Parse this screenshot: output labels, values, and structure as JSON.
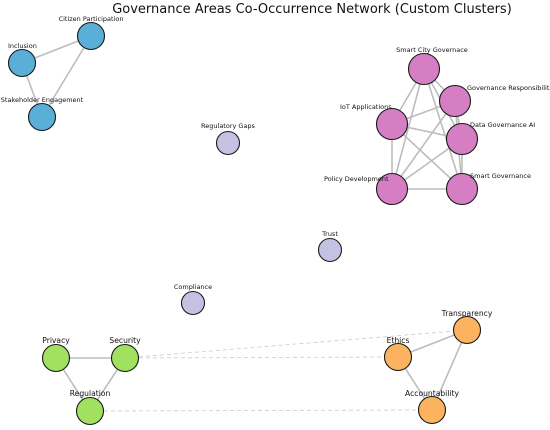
{
  "title": "Governance Areas Co-Occurrence Network (Custom Clusters)",
  "colors": {
    "blue": "#5aafd8",
    "pink": "#d57ec3",
    "lavender": "#c4c1e2",
    "green": "#a2e05f",
    "orange": "#fcb35f"
  },
  "nodes": [
    {
      "id": "citizen",
      "label": "Citizen Participation",
      "cluster": "blue"
    },
    {
      "id": "inclusion",
      "label": "Inclusion",
      "cluster": "blue"
    },
    {
      "id": "stakeholder",
      "label": "Stakeholder Engagement",
      "cluster": "blue"
    },
    {
      "id": "smartcity",
      "label": "Smart City Governace",
      "cluster": "pink"
    },
    {
      "id": "govresp",
      "label": "Governance Responsibilities",
      "cluster": "pink"
    },
    {
      "id": "iot",
      "label": "IoT Applications",
      "cluster": "pink"
    },
    {
      "id": "dataai",
      "label": "Data Governance AI",
      "cluster": "pink"
    },
    {
      "id": "policy",
      "label": "Policy Development",
      "cluster": "pink"
    },
    {
      "id": "smartgov",
      "label": "Smart Governance",
      "cluster": "pink"
    },
    {
      "id": "reggaps",
      "label": "Regulatory Gaps",
      "cluster": "lavender"
    },
    {
      "id": "trust",
      "label": "Trust",
      "cluster": "lavender"
    },
    {
      "id": "compliance",
      "label": "Compliance",
      "cluster": "lavender"
    },
    {
      "id": "privacy",
      "label": "Privacy",
      "cluster": "green"
    },
    {
      "id": "security",
      "label": "Security",
      "cluster": "green"
    },
    {
      "id": "regulation",
      "label": "Regulation",
      "cluster": "green"
    },
    {
      "id": "transparency",
      "label": "Transparency",
      "cluster": "orange"
    },
    {
      "id": "ethics",
      "label": "Ethics",
      "cluster": "orange"
    },
    {
      "id": "accountability",
      "label": "Accountability",
      "cluster": "orange"
    }
  ],
  "edges": [
    {
      "source": "citizen",
      "target": "inclusion",
      "style": "solid"
    },
    {
      "source": "citizen",
      "target": "stakeholder",
      "style": "solid"
    },
    {
      "source": "inclusion",
      "target": "stakeholder",
      "style": "solid"
    },
    {
      "source": "smartcity",
      "target": "govresp",
      "style": "solid"
    },
    {
      "source": "smartcity",
      "target": "iot",
      "style": "solid"
    },
    {
      "source": "smartcity",
      "target": "dataai",
      "style": "solid"
    },
    {
      "source": "smartcity",
      "target": "policy",
      "style": "solid"
    },
    {
      "source": "smartcity",
      "target": "smartgov",
      "style": "solid"
    },
    {
      "source": "govresp",
      "target": "iot",
      "style": "solid"
    },
    {
      "source": "govresp",
      "target": "dataai",
      "style": "solid"
    },
    {
      "source": "govresp",
      "target": "policy",
      "style": "solid"
    },
    {
      "source": "govresp",
      "target": "smartgov",
      "style": "solid"
    },
    {
      "source": "iot",
      "target": "dataai",
      "style": "solid"
    },
    {
      "source": "iot",
      "target": "policy",
      "style": "solid"
    },
    {
      "source": "iot",
      "target": "smartgov",
      "style": "solid"
    },
    {
      "source": "dataai",
      "target": "policy",
      "style": "solid"
    },
    {
      "source": "dataai",
      "target": "smartgov",
      "style": "solid"
    },
    {
      "source": "policy",
      "target": "smartgov",
      "style": "solid"
    },
    {
      "source": "privacy",
      "target": "security",
      "style": "solid"
    },
    {
      "source": "privacy",
      "target": "regulation",
      "style": "solid"
    },
    {
      "source": "security",
      "target": "regulation",
      "style": "solid"
    },
    {
      "source": "transparency",
      "target": "ethics",
      "style": "solid"
    },
    {
      "source": "transparency",
      "target": "accountability",
      "style": "solid"
    },
    {
      "source": "ethics",
      "target": "accountability",
      "style": "solid"
    },
    {
      "source": "security",
      "target": "transparency",
      "style": "dashed"
    },
    {
      "source": "security",
      "target": "ethics",
      "style": "dashed"
    },
    {
      "source": "regulation",
      "target": "accountability",
      "style": "dashed"
    }
  ]
}
